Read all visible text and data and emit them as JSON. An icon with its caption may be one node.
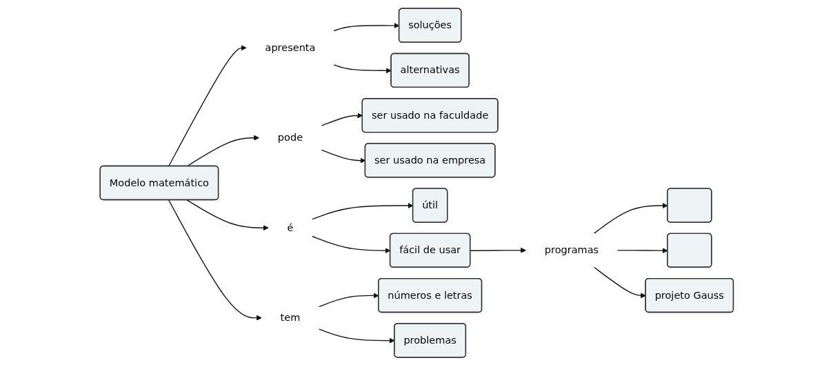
{
  "diagram": {
    "nodes": [
      {
        "text": [
          "soluções"
        ]
      },
      {
        "text": [
          "alternativas"
        ]
      },
      {
        "text": [
          "ser usado na faculdade"
        ]
      },
      {
        "text": [
          "apresenta"
        ]
      },
      {
        "text": [
          "pode"
        ]
      },
      {
        "text": [
          "Modelo matemático"
        ]
      },
      {
        "text": [
          "ser usado na empresa"
        ]
      },
      {
        "text": [
          "útil"
        ]
      },
      {
        "text": [
          "é"
        ]
      },
      {
        "text": [
          "fácil de usar"
        ]
      },
      {
        "text": [
          "programas"
        ]
      },
      {
        "text": [],
        "shape": "box"
      },
      {
        "text": [],
        "shape": "box"
      },
      {
        "text": [
          "projeto Gauss"
        ]
      },
      {
        "text": [
          "tem"
        ]
      },
      {
        "text": [
          "números e letras"
        ]
      },
      {
        "text": [
          "problemas"
        ]
      }
    ],
    "edges": [
      {
        "from": 5,
        "to": 3,
        "arrow": "to"
      },
      {
        "from": 3,
        "to": 0,
        "arrow": "to"
      },
      {
        "from": 3,
        "to": 1,
        "arrow": "to"
      },
      {
        "from": 5,
        "to": 4,
        "arrow": "to"
      },
      {
        "from": 4,
        "to": 2,
        "arrow": "to"
      },
      {
        "from": 4,
        "to": 6,
        "arrow": "to"
      },
      {
        "from": 5,
        "to": 8,
        "arrow": "to"
      },
      {
        "from": 8,
        "to": 7,
        "arrow": "to"
      },
      {
        "from": 8,
        "to": 9,
        "arrow": "to"
      },
      {
        "from": 9,
        "to": 10,
        "arrow": "to"
      },
      {
        "from": 10,
        "to": 11,
        "arrow": "to"
      },
      {
        "from": 10,
        "to": 12,
        "arrow": "to"
      },
      {
        "from": 10,
        "to": 13,
        "arrow": "to"
      },
      {
        "from": 5,
        "to": 14,
        "arrow": "to"
      },
      {
        "from": 14,
        "to": 15,
        "arrow": "to"
      },
      {
        "from": 14,
        "to": 16,
        "arrow": "to"
      }
    ]
  }
}
